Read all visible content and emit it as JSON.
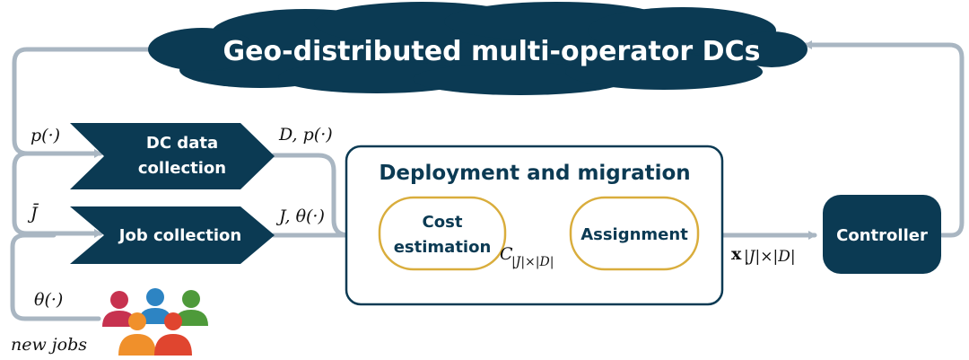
{
  "cloud": {
    "label": "Geo-distributed multi-operator DCs"
  },
  "dc_collection": {
    "label_line1": "DC  data",
    "label_line2": "collection"
  },
  "job_collection": {
    "label": "Job collection"
  },
  "panel": {
    "title": "Deployment and migration"
  },
  "cost_estimation": {
    "label_line1": "Cost",
    "label_line2": "estimation"
  },
  "assignment": {
    "label": "Assignment"
  },
  "controller": {
    "label": "Controller"
  },
  "math": {
    "p_in": "p(·)",
    "d_p_out": "D, p(·)",
    "j_bar": "J̄",
    "j_theta": "J, θ(·)",
    "theta": "θ(·)",
    "new_jobs": "new jobs",
    "c_main": "C",
    "c_sub": "|J|×|D|",
    "x_main": "x",
    "x_sub": "|J|×|D|"
  },
  "colors": {
    "navy": "#0b3a53",
    "arrow": "#a9b6c2",
    "gold": "#d9ad3c"
  }
}
